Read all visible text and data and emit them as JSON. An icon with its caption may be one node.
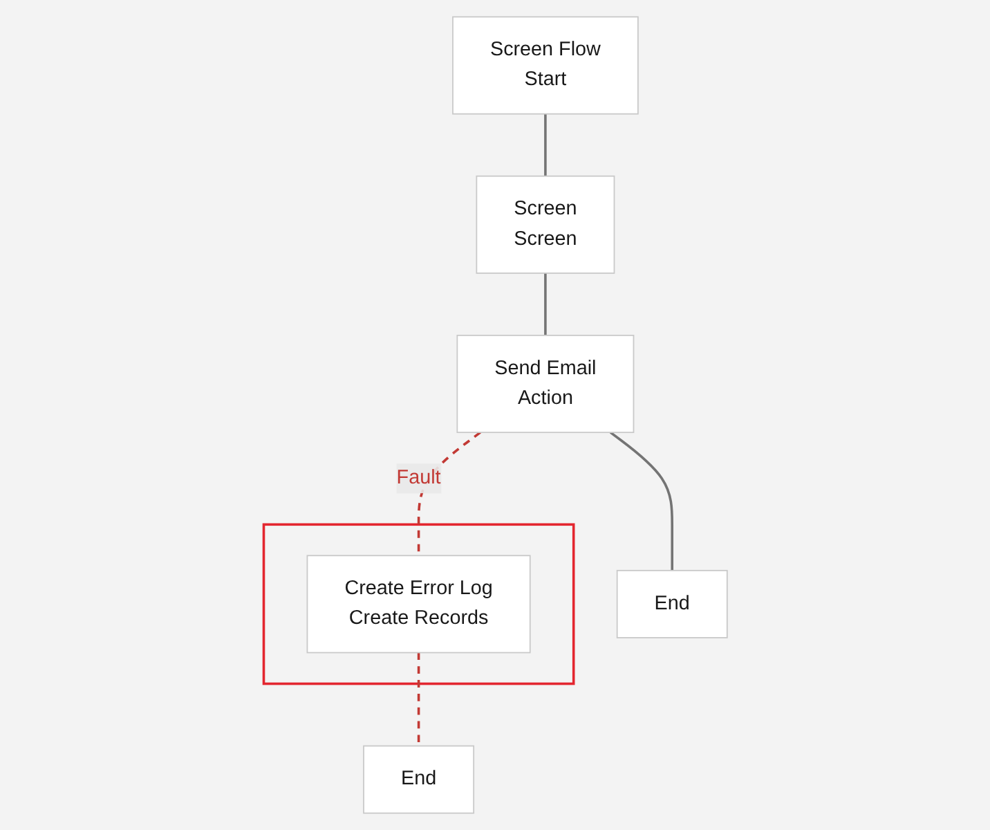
{
  "diagram": {
    "nodes": [
      {
        "text": [
          "Screen Flow",
          "Start"
        ]
      },
      {
        "text": [
          "Screen",
          "Screen"
        ]
      },
      {
        "text": [
          "Send Email",
          "Action"
        ]
      },
      {
        "text": [
          "End"
        ]
      },
      {
        "text": [],
        "shape": "box"
      },
      {
        "text": [
          "Create Error Log",
          "Create Records"
        ],
        "in": 4
      },
      {
        "text": [
          "End"
        ]
      }
    ],
    "edges": [
      {
        "from": 0,
        "to": 1,
        "arrow": "none"
      },
      {
        "from": 1,
        "to": 2,
        "arrow": "none"
      },
      {
        "from": 2,
        "to": 3,
        "arrow": "none"
      },
      {
        "from": 2,
        "to": 5,
        "arrow": "none",
        "label": "Fault",
        "style": "dashed",
        "color": "#c23934"
      },
      {
        "from": 5,
        "to": 6,
        "arrow": "none",
        "style": "dashed",
        "color": "#c23934"
      }
    ]
  }
}
